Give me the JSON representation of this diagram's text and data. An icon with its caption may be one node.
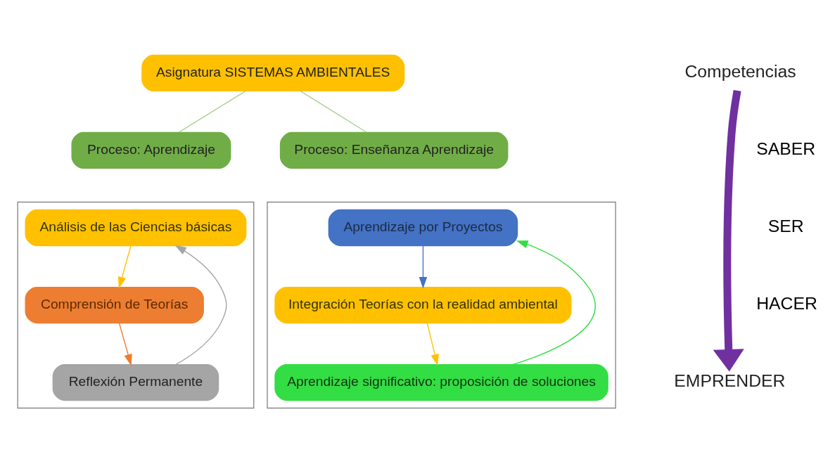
{
  "diagram": {
    "nodes": [
      {
        "text": [
          "Asignatura SISTEMAS AMBIENTALES"
        ]
      },
      {
        "text": [
          "Proceso: Aprendizaje"
        ]
      },
      {
        "text": [
          "Proceso: Enseñanza Aprendizaje"
        ]
      },
      {
        "text": [],
        "shape": "box"
      },
      {
        "text": [
          "Análisis de las Ciencias básicas"
        ],
        "in": 3
      },
      {
        "text": [
          "Comprensión de Teorías"
        ],
        "in": 3
      },
      {
        "text": [
          "Reflexión Permanente"
        ],
        "in": 3
      },
      {
        "text": [],
        "shape": "box"
      },
      {
        "text": [
          "Aprendizaje por Proyectos"
        ],
        "in": 7
      },
      {
        "text": [
          "Integración Teorías con la realidad ambiental"
        ],
        "in": 7
      },
      {
        "text": [
          "Aprendizaje significativo: proposición de soluciones"
        ],
        "in": 7
      },
      {
        "text": [
          "Competencias"
        ]
      },
      {
        "text": [
          "EMPRENDER"
        ]
      }
    ],
    "edges": [
      {
        "from": 0,
        "to": 1,
        "arrow": "none",
        "color": "#a9d18e"
      },
      {
        "from": 0,
        "to": 2,
        "arrow": "none",
        "color": "#a9d18e"
      },
      {
        "from": 4,
        "to": 5,
        "arrow": "to",
        "color": "#ffc000"
      },
      {
        "from": 5,
        "to": 6,
        "arrow": "to",
        "color": "#ed7d31"
      },
      {
        "from": 6,
        "to": 4,
        "arrow": "to",
        "color": "#a5a5a5"
      },
      {
        "from": 8,
        "to": 9,
        "arrow": "to",
        "color": "#4472c4"
      },
      {
        "from": 9,
        "to": 10,
        "arrow": "to",
        "color": "#ffc000"
      },
      {
        "from": 10,
        "to": 8,
        "arrow": "to",
        "color": "#33dd44"
      },
      {
        "from": 11,
        "to": 12,
        "arrow": "to",
        "style": "thick",
        "color": "#7030a0"
      }
    ],
    "labels": [
      "SABER",
      "SER",
      "HACER"
    ]
  }
}
